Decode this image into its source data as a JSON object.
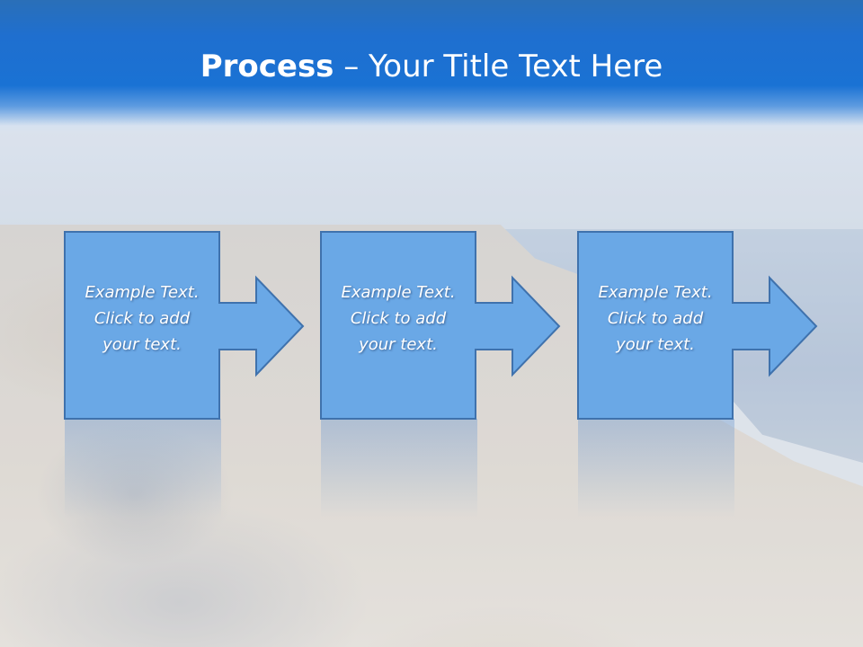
{
  "title": {
    "bold": "Process",
    "rest": " – Your Title Text Here"
  },
  "steps": [
    {
      "line1": "Example Text.",
      "line2": "Click  to add",
      "line3": "your text."
    },
    {
      "line1": "Example Text.",
      "line2": "Click  to add",
      "line3": "your text."
    },
    {
      "line1": "Example Text.",
      "line2": "Click  to add",
      "line3": "your text."
    }
  ],
  "colors": {
    "title_band": "#1f6fcf",
    "box_fill": "#6aa8e6",
    "box_stroke": "#3f72ad"
  }
}
